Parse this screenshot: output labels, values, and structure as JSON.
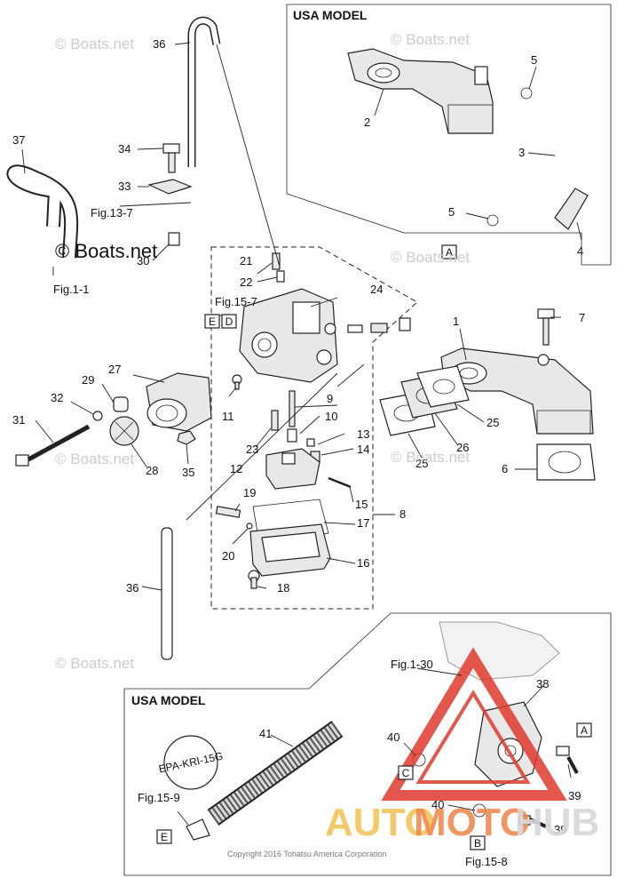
{
  "titles": {
    "usa_model_top": "USA MODEL",
    "usa_model_bottom": "USA MODEL"
  },
  "watermarks": {
    "boats": "© Boats.net",
    "copyright": "Copyright 2016 Tohatsu America Corporation",
    "brand_auto": "AUTO",
    "brand_moto": "MOTO",
    "brand_hub": "HUB"
  },
  "figure_refs": {
    "fig_13_7": "Fig.13-7",
    "fig_1_1": "Fig.1-1",
    "fig_15_7": "Fig.15-7",
    "fig_1_30": "Fig.1-30",
    "fig_15_9": "Fig.15-9",
    "fig_15_8": "Fig.15-8"
  },
  "box_letters": {
    "a": "A",
    "b": "B",
    "c": "C",
    "d": "D",
    "e": "E"
  },
  "part_numbers": {
    "p1": "1",
    "p2": "2",
    "p3": "3",
    "p4": "4",
    "p5": "5",
    "p6": "6",
    "p7": "7",
    "p8": "8",
    "p9": "9",
    "p10": "10",
    "p11": "11",
    "p12": "12",
    "p13": "13",
    "p14": "14",
    "p15": "15",
    "p16": "16",
    "p17": "17",
    "p18": "18",
    "p19": "19",
    "p20": "20",
    "p21": "21",
    "p22": "22",
    "p23": "23",
    "p24": "24",
    "p25": "25",
    "p26": "26",
    "p27": "27",
    "p28": "28",
    "p29": "29",
    "p30": "30",
    "p31": "31",
    "p32": "32",
    "p33": "33",
    "p34": "34",
    "p35": "35",
    "p36": "36",
    "p37": "37",
    "p38": "38",
    "p39": "39",
    "p40": "40",
    "p41": "41"
  },
  "epa_label": "EPA-KRI-15G"
}
